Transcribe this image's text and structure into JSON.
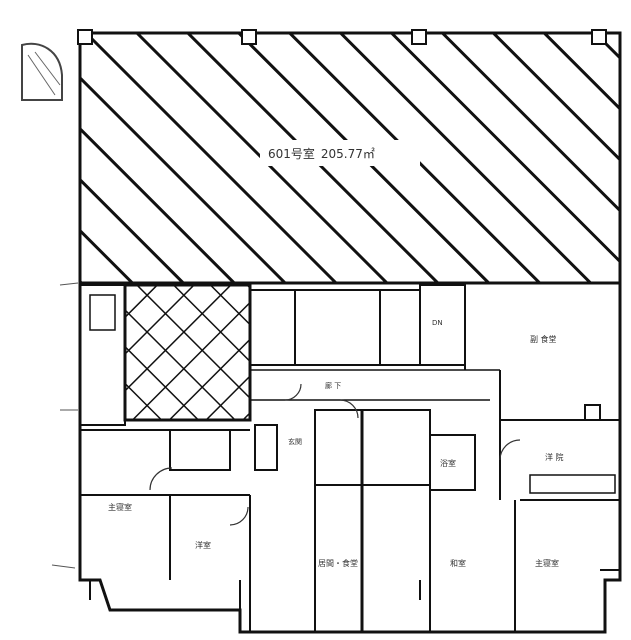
{
  "plan": {
    "unit_label": "601号室",
    "unit_area": "205.77㎡",
    "rooms": {
      "lower_left_room": "主寝室",
      "lower_left_room2": "洋室",
      "lower_mid_room": "居間・食堂",
      "lower_center_room": "和室",
      "lower_right_room": "主寝室",
      "right_upper_room": "副 食堂",
      "right_mid_room": "洋 院",
      "right_small_room": "浴室",
      "upper_mid_room": "DN",
      "corridor": "廊 下",
      "hall": "玄関"
    }
  }
}
